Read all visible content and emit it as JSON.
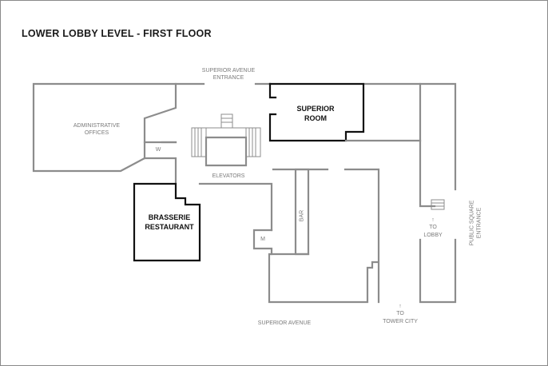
{
  "title": "LOWER LOBBY LEVEL - FIRST FLOOR",
  "labels": {
    "superior_avenue_entrance": [
      "SUPERIOR AVENUE",
      "ENTRANCE"
    ],
    "superior_room": [
      "SUPERIOR",
      "ROOM"
    ],
    "administrative_offices": [
      "ADMINISTRATIVE",
      "OFFICES"
    ],
    "w": "W",
    "elevators": "ELEVATORS",
    "brasserie_restaurant": [
      "BRASSERIE",
      "RESTAURANT"
    ],
    "m": "M",
    "bar": "BAR",
    "to_lobby": [
      "TO",
      "LOBBY"
    ],
    "public_square_entrance": [
      "PUBLIC SQUARE",
      "ENTRANCE"
    ],
    "superior_avenue": "SUPERIOR AVENUE",
    "to_tower_city": [
      "TO",
      "TOWER CITY"
    ],
    "arrow": "↑"
  },
  "colors": {
    "wall": "#8c8c8c",
    "highlight_wall": "#111111",
    "label": "#7a7a7a",
    "title": "#1a1a1a"
  }
}
